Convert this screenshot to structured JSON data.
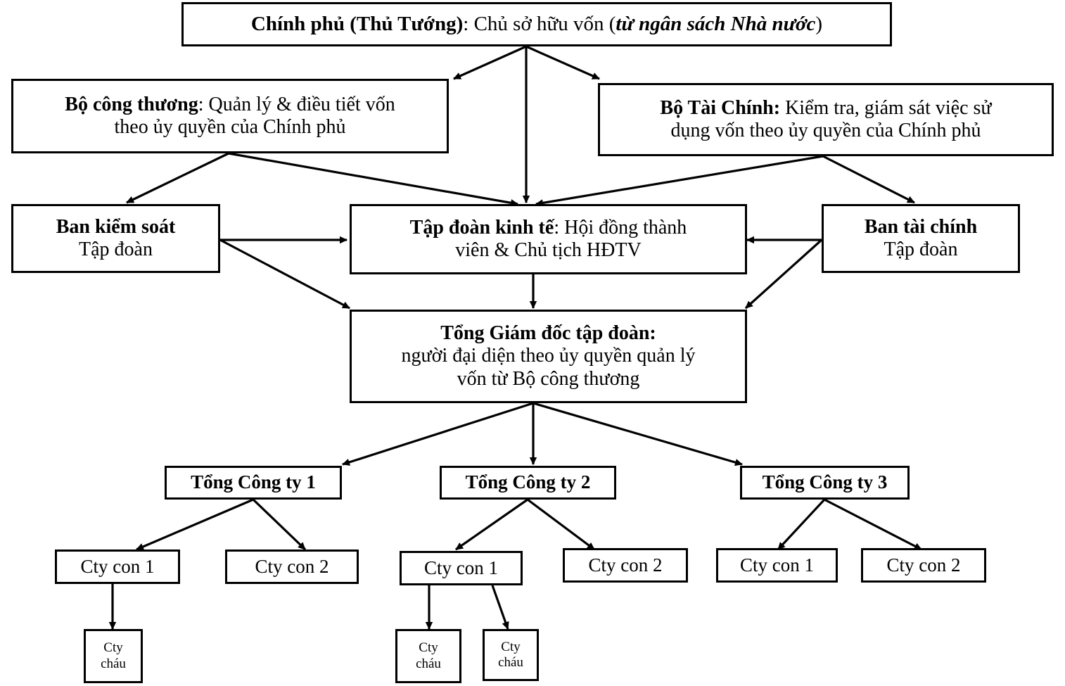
{
  "diagram": {
    "title_text": "Chính phủ (Thủ Tướng): Chủ sở hữu vốn (từ ngân sách Nhà nước)",
    "nodes": {
      "government": {
        "label_strong": "Chính phủ (Thủ Tướng)",
        "label_rest": ": Chủ sở hữu vốn (",
        "label_italic": "từ ngân sách Nhà nước",
        "label_tail": ")"
      },
      "ministry_industry": {
        "label_strong": "Bộ công thương",
        "label_rest": ": Quản lý & điều tiết vốn",
        "line2": "theo ủy quyền của Chính phủ"
      },
      "ministry_finance": {
        "label_strong": "Bộ Tài Chính:",
        "label_rest": " Kiểm tra, giám sát việc sử",
        "line2": "dụng vốn theo ủy quyền của Chính phủ"
      },
      "control_board": {
        "line1": "Ban kiểm soát",
        "line2": "Tập đoàn"
      },
      "economic_group": {
        "label_strong": "Tập đoàn kinh tế",
        "label_rest": ": Hội đồng thành",
        "line2": "viên & Chủ tịch HĐTV"
      },
      "finance_board": {
        "line1": "Ban tài chính",
        "line2": "Tập đoàn"
      },
      "general_director": {
        "line1": "Tổng Giám đốc tập đoàn:",
        "line2": "người đại diện theo ủy quyền quản lý",
        "line3": "vốn từ Bộ công thương"
      },
      "corp1": {
        "label": "Tổng Công ty 1"
      },
      "corp2": {
        "label": "Tổng Công ty 2"
      },
      "corp3": {
        "label": "Tổng Công ty 3"
      },
      "corp1_sub1": {
        "label": "Cty con 1"
      },
      "corp1_sub2": {
        "label": "Cty con 2"
      },
      "corp2_sub1": {
        "label": "Cty con 1"
      },
      "corp2_sub2": {
        "label": "Cty con 2"
      },
      "corp3_sub1": {
        "label": "Cty con 1"
      },
      "corp3_sub2": {
        "label": "Cty con 2"
      },
      "corp1_sub1_child1": {
        "line1": "Cty",
        "line2": "cháu"
      },
      "corp2_sub1_child1": {
        "line1": "Cty",
        "line2": "cháu"
      },
      "corp2_sub1_child2": {
        "line1": "Cty",
        "line2": "cháu"
      }
    },
    "colors": {
      "line": "#000000",
      "box_fill": "#ffffff",
      "text": "#000000"
    }
  }
}
